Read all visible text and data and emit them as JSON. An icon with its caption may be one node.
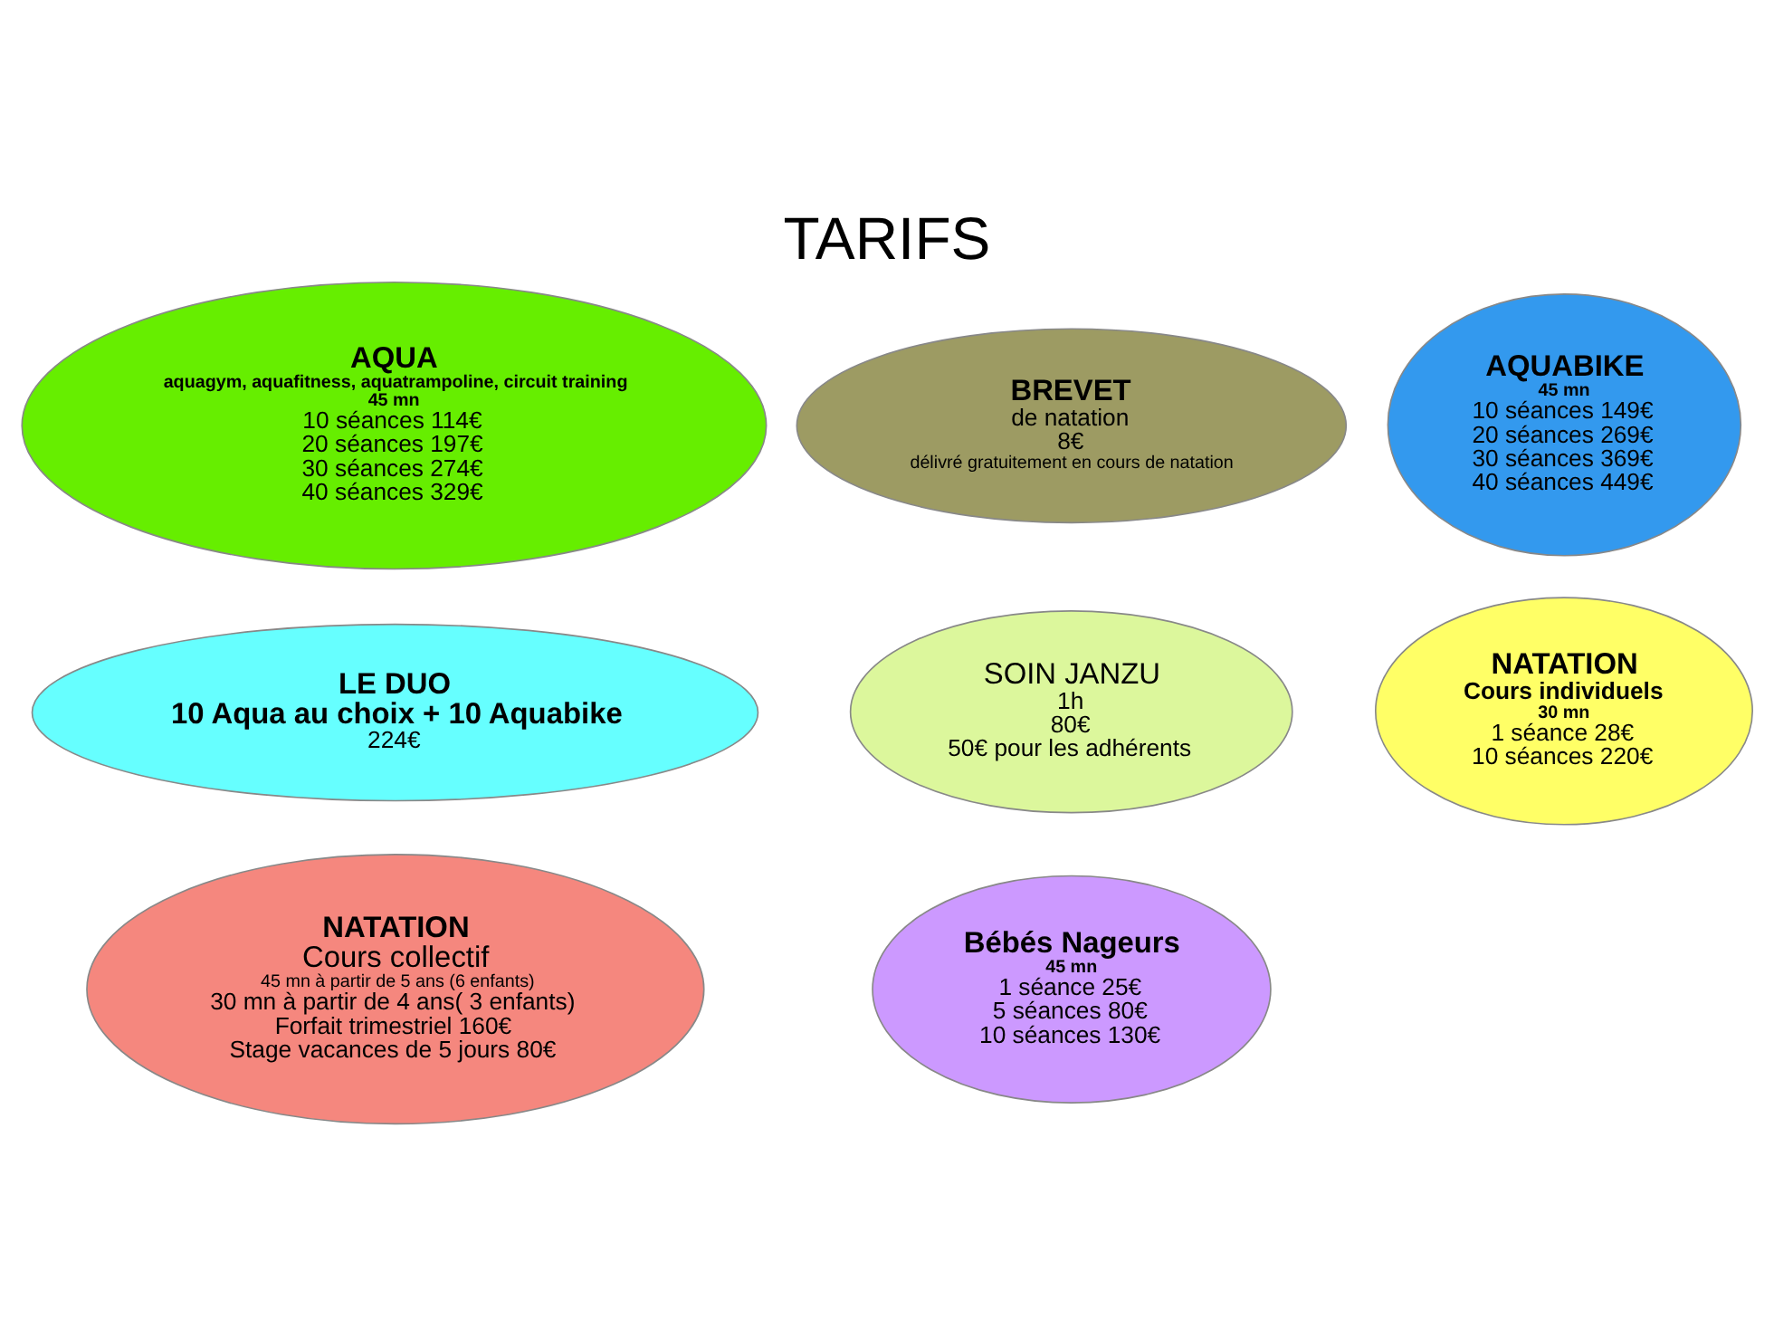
{
  "diagram": {
    "title": "TARIFS",
    "nodes": [
      {
        "text": [
          "SOIN JANZU",
          "1h",
          "80€",
          "50€ pour les adhérents"
        ]
      },
      {
        "text": [
          "NATATION",
          "Cours collectif",
          "45 mn à partir de 5 ans (6 enfants)",
          "30 mn à partir de 4 ans( 3 enfants)",
          "Forfait trimestriel 160€",
          "Stage vacances de 5 jours 80€"
        ]
      },
      {
        "text": [
          "BREVET",
          "de natation",
          "8€",
          "délivré gratuitement en cours de natation"
        ]
      },
      {
        "text": [
          "Bébés Nageurs",
          "45 mn",
          "1 séance 25€",
          "5 séances 80€",
          "10 séances 130€"
        ]
      },
      {
        "text": [
          "NATATION",
          "Cours individuels",
          "30 mn",
          "1 séance 28€",
          "10 séances 220€"
        ]
      },
      {
        "text": [
          "AQUABIKE",
          "45 mn",
          "10 séances 149€",
          "20 séances 269€",
          "30 séances 369€",
          "40 séances 449€"
        ]
      },
      {
        "text": [
          "AQUA",
          "aquagym, aquafitness, aquatrampoline, circuit training",
          "45 mn",
          "10 séances 114€",
          "20 séances 197€",
          "30 séances 274€",
          "40 séances 329€"
        ]
      },
      {
        "text": [
          "LE DUO",
          "10 Aqua au choix + 10 Aquabike",
          "224€"
        ]
      }
    ],
    "edges": []
  }
}
